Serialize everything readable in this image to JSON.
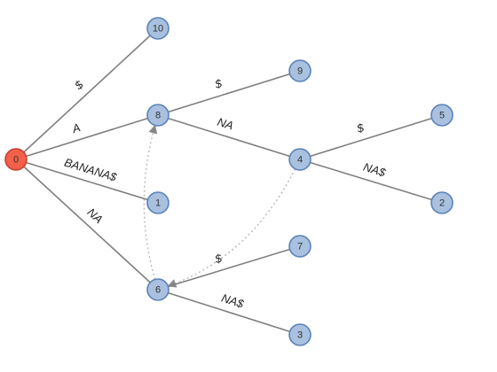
{
  "diagram": {
    "type": "suffix-tree",
    "colors": {
      "root_fill": "#f26049",
      "root_stroke": "#c9412f",
      "node_fill": "#a9c0df",
      "node_stroke": "#5b83b8",
      "edge": "#7f7f7f",
      "suffix_link": "#b5b5b5"
    },
    "nodes": [
      {
        "id": "n0",
        "label": "0",
        "root": true
      },
      {
        "id": "n10",
        "label": "10"
      },
      {
        "id": "n8",
        "label": "8"
      },
      {
        "id": "n9",
        "label": "9"
      },
      {
        "id": "n1",
        "label": "1"
      },
      {
        "id": "n4",
        "label": "4"
      },
      {
        "id": "n5",
        "label": "5"
      },
      {
        "id": "n2",
        "label": "2"
      },
      {
        "id": "n6",
        "label": "6"
      },
      {
        "id": "n7",
        "label": "7"
      },
      {
        "id": "n3",
        "label": "3"
      }
    ],
    "edges": [
      {
        "from": "n0",
        "to": "n10",
        "label": "$"
      },
      {
        "from": "n0",
        "to": "n8",
        "label": "A"
      },
      {
        "from": "n0",
        "to": "n1",
        "label": "BANANA$"
      },
      {
        "from": "n0",
        "to": "n6",
        "label": "NA"
      },
      {
        "from": "n8",
        "to": "n9",
        "label": "$"
      },
      {
        "from": "n8",
        "to": "n4",
        "label": "NA"
      },
      {
        "from": "n4",
        "to": "n5",
        "label": "$"
      },
      {
        "from": "n4",
        "to": "n2",
        "label": "NA$"
      },
      {
        "from": "n6",
        "to": "n7",
        "label": "$"
      },
      {
        "from": "n6",
        "to": "n3",
        "label": "NA$"
      }
    ],
    "suffix_links": [
      {
        "from": "n6",
        "to": "n8"
      },
      {
        "from": "n4",
        "to": "n6"
      }
    ]
  }
}
